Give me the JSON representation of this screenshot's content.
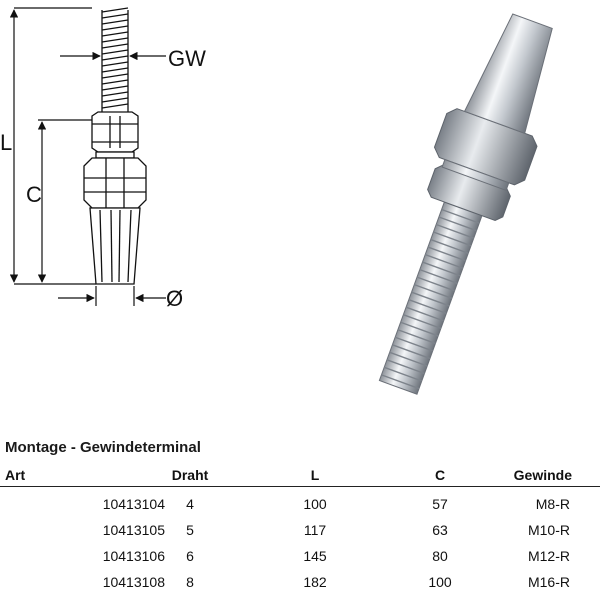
{
  "drawing": {
    "labels": {
      "gw": "GW",
      "l": "L",
      "c": "C",
      "diameter": "Ø"
    }
  },
  "photo": {
    "subject": "threaded-terminal-photo"
  },
  "spec": {
    "title": "Montage - Gewindeterminal",
    "headers": {
      "art": "Art",
      "draht": "Draht",
      "l": "L",
      "c": "C",
      "gewinde": "Gewinde"
    },
    "rows": [
      {
        "art": "10413104",
        "draht": "4",
        "l": "100",
        "c": "57",
        "gewinde": "M8-R"
      },
      {
        "art": "10413105",
        "draht": "5",
        "l": "117",
        "c": "63",
        "gewinde": "M10-R"
      },
      {
        "art": "10413106",
        "draht": "6",
        "l": "145",
        "c": "80",
        "gewinde": "M12-R"
      },
      {
        "art": "10413108",
        "draht": "8",
        "l": "182",
        "c": "100",
        "gewinde": "M16-R"
      }
    ]
  }
}
